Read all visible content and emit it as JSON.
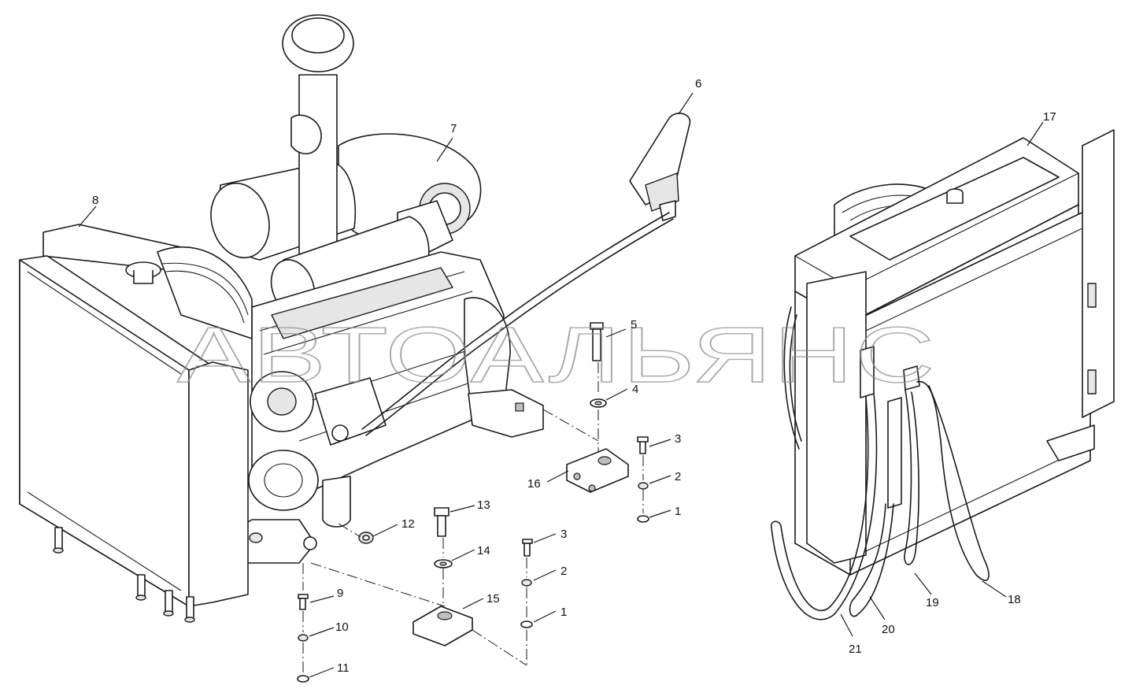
{
  "watermark": "АВТОАЛЬЯНС",
  "callouts": {
    "c1a": "1",
    "c1b": "1",
    "c2a": "2",
    "c2b": "2",
    "c3a": "3",
    "c3b": "3",
    "c4": "4",
    "c5": "5",
    "c6": "6",
    "c7": "7",
    "c8": "8",
    "c9": "9",
    "c10": "10",
    "c11": "11",
    "c12": "12",
    "c13": "13",
    "c14": "14",
    "c15": "15",
    "c16": "16",
    "c17": "17",
    "c18": "18",
    "c19": "19",
    "c20": "20",
    "c21": "21"
  }
}
